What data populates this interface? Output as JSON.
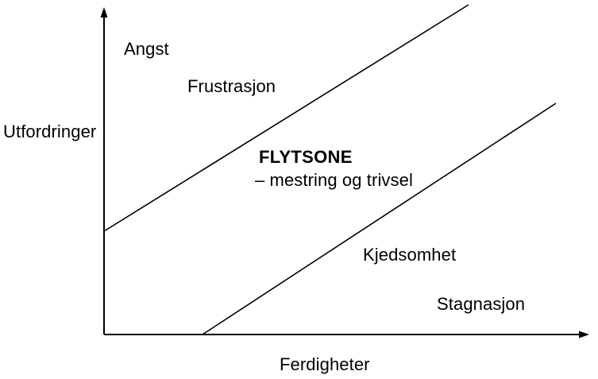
{
  "diagram": {
    "title_text": "",
    "background_color": "#ffffff",
    "line_color": "#000000",
    "axes": {
      "y_axis_label": "Utfordringer",
      "x_axis_label": "Ferdigheter",
      "y_axis": {
        "x": 131,
        "y_top": 12,
        "y_bottom": 421,
        "arrow": "up"
      },
      "x_axis": {
        "y": 421,
        "x_left": 131,
        "x_right": 740,
        "arrow": "right"
      },
      "stroke_width": 2
    },
    "boundary_lines": [
      {
        "name": "upper-boundary-line",
        "from": {
          "x": 131,
          "y": 291
        },
        "to": {
          "x": 590,
          "y": 6
        },
        "stroke_width": 1.6
      },
      {
        "name": "lower-boundary-line",
        "from": {
          "x": 255,
          "y": 421
        },
        "to": {
          "x": 700,
          "y": 130
        },
        "stroke_width": 1.6
      }
    ],
    "zones": {
      "angst": "Angst",
      "frustrasjon": "Frustrasjon",
      "flytsone": "FLYTSONE",
      "flytsone_subtitle": "– mestring og trivsel",
      "kjedsomhet": "Kjedsomhet",
      "stagnasjon": "Stagnasjon"
    }
  },
  "chart_data": {
    "type": "line",
    "title": "",
    "xlabel": "Ferdigheter",
    "ylabel": "Utfordringer",
    "grid": false,
    "legend": null,
    "series": [
      {
        "name": "upper-boundary-line",
        "x": [
          0,
          75
        ],
        "y": [
          32,
          100
        ]
      },
      {
        "name": "lower-boundary-line",
        "x": [
          20,
          93
        ],
        "y": [
          0,
          70
        ]
      }
    ],
    "annotations": [
      {
        "text": "Angst",
        "x": 4,
        "y": 90
      },
      {
        "text": "Frustrasjon",
        "x": 17,
        "y": 78
      },
      {
        "text": "FLYTSONE",
        "x": 32,
        "y": 56
      },
      {
        "text": "– mestring og trivsel",
        "x": 31,
        "y": 49
      },
      {
        "text": "Kjedsomhet",
        "x": 54,
        "y": 27
      },
      {
        "text": "Stagnasjon",
        "x": 69,
        "y": 12
      }
    ],
    "xlim": [
      0,
      100
    ],
    "ylim": [
      0,
      100
    ]
  }
}
